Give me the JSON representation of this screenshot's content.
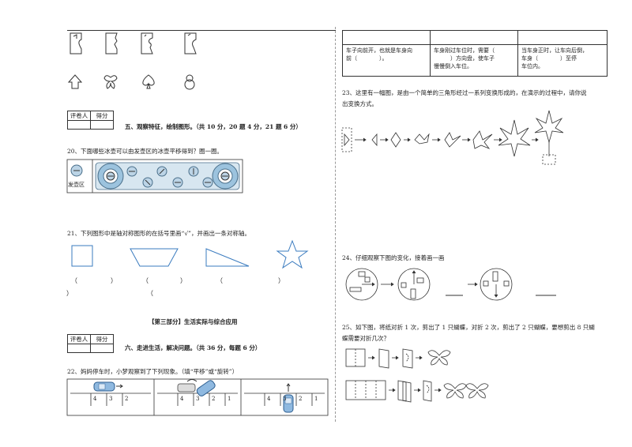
{
  "section5": {
    "score_labels": [
      "评卷人",
      "得分"
    ],
    "title": "五、观察特征，绘制图形。（共 10 分，20 题 4 分，21 题 6 分）"
  },
  "q20": {
    "text": "20、下面哪些冰壶可以由发壶区的冰壶平移得到？圈一圈。",
    "area_label": "发壶区"
  },
  "q21": {
    "text": "21、下列图形中是轴对称图形的在括号里画“√”，并画出一条对称轴。",
    "parens": [
      "（",
      "）",
      "（",
      "）",
      "（",
      "）",
      "（",
      "）"
    ]
  },
  "part3": {
    "title": "【第三部分】生活实际与综合应用"
  },
  "section6": {
    "score_labels": [
      "评卷人",
      "得分"
    ],
    "title": "六、走进生活，解决问题。（共 36 分，每题 6 分）"
  },
  "q22": {
    "text": "22、妈妈停车时，小梦观察到了下列现象。（填“平移”或“旋转”）",
    "slots_a": [
      "4",
      "3",
      "2"
    ],
    "slots_b": [
      "4",
      "3",
      "2",
      "1"
    ],
    "slots_c": [
      "4",
      "3",
      "2",
      "1"
    ]
  },
  "table": {
    "col1": [
      "车子向前开，也就是车身向",
      "前（　　　　）。"
    ],
    "col2": [
      "车身刚过车位时，需要（",
      "　　　）方向盘，使车子",
      "慢慢倒入车位。"
    ],
    "col3": [
      "当车身正时，让车向后倒，",
      "车身（　　　　）至停",
      "车位内。"
    ]
  },
  "q23": {
    "text": [
      "23、这里有一幅图，是由一个简单的三角形经过一系列变换形成的，在演示的过程中，请你说",
      "出变换方式。"
    ]
  },
  "q24": {
    "text": "24、仔细观察下图的变化，接着画一画"
  },
  "q25": {
    "text": [
      "25、如下图，将纸对折 1 次，剪出了 1 只蝴蝶，对折 2 次，剪出了 2 只蝴蝶，要想剪出 8 只蝴",
      "蝶需要对折几次？"
    ]
  }
}
